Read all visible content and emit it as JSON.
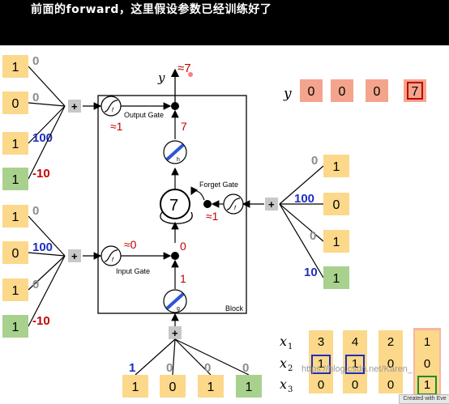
{
  "header": {
    "title": "前面的forward，这里假设参数已经训练好了"
  },
  "output": {
    "y_label": "y",
    "approx": "≈7"
  },
  "block": {
    "output_gate_label": "Output Gate",
    "input_gate_label": "Input Gate",
    "forget_gate_label": "Forget Gate",
    "block_label": "Block",
    "cell_value": "7",
    "output_gate_value": "≈1",
    "input_gate_value": "≈0",
    "forget_gate_value": "≈1",
    "h_output_value": "7",
    "cell_input_value": "0",
    "g_output_value": "1",
    "f_symbol": "f",
    "h_symbol": "h",
    "g_symbol": "g",
    "plus": "+"
  },
  "output_gate_inputs": [
    {
      "value": "1",
      "weight": "0",
      "color": "#fcd88a"
    },
    {
      "value": "0",
      "weight": "0",
      "color": "#fcd88a"
    },
    {
      "value": "1",
      "weight": "100",
      "color": "#fcd88a"
    },
    {
      "value": "1",
      "weight": "-10",
      "color": "#a9d18e"
    }
  ],
  "input_gate_inputs": [
    {
      "value": "1",
      "weight": "0",
      "color": "#fcd88a"
    },
    {
      "value": "0",
      "weight": "100",
      "color": "#fcd88a"
    },
    {
      "value": "1",
      "weight": "0",
      "color": "#fcd88a"
    },
    {
      "value": "1",
      "weight": "-10",
      "color": "#a9d18e"
    }
  ],
  "forget_gate_inputs": [
    {
      "value": "1",
      "weight": "0",
      "color": "#fcd88a"
    },
    {
      "value": "0",
      "weight": "100",
      "color": "#fcd88a"
    },
    {
      "value": "1",
      "weight": "0",
      "color": "#fcd88a"
    },
    {
      "value": "1",
      "weight": "10",
      "color": "#a9d18e"
    }
  ],
  "cell_inputs": [
    {
      "value": "1",
      "weight": "1",
      "color": "#fcd88a"
    },
    {
      "value": "0",
      "weight": "0",
      "color": "#fcd88a"
    },
    {
      "value": "1",
      "weight": "0",
      "color": "#fcd88a"
    },
    {
      "value": "1",
      "weight": "0",
      "color": "#a9d18e"
    }
  ],
  "y_sequence": {
    "label": "y",
    "values": [
      "0",
      "0",
      "0",
      "7"
    ]
  },
  "x_table": {
    "row_labels": [
      "x1",
      "x2",
      "x3"
    ],
    "columns": [
      [
        "3",
        "1",
        "0"
      ],
      [
        "4",
        "1",
        "0"
      ],
      [
        "2",
        "0",
        "0"
      ],
      [
        "1",
        "0",
        "1"
      ]
    ]
  },
  "watermark": "https://blog.csdn.net/Karen_",
  "created_badge": "Created with Eve"
}
